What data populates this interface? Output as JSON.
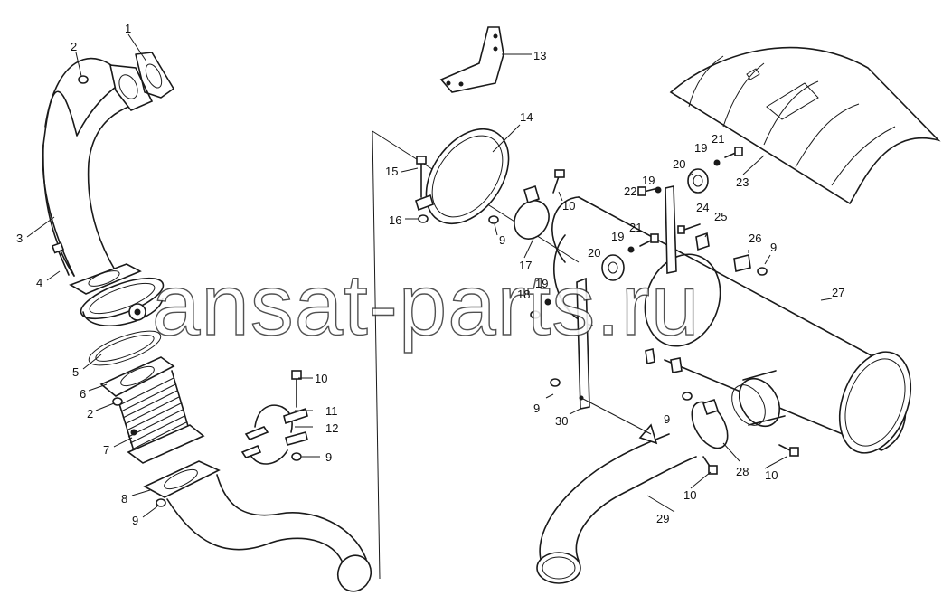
{
  "watermark": "ansat-parts.ru",
  "labels": {
    "l1": "1",
    "l2a": "2",
    "l3": "3",
    "l4": "4",
    "l5": "5",
    "l6": "6",
    "l2b": "2",
    "l7": "7",
    "l8": "8",
    "l9a": "9",
    "l10a": "10",
    "l11": "11",
    "l12": "12",
    "l9b": "9",
    "l13": "13",
    "l14": "14",
    "l15": "15",
    "l16": "16",
    "l9c": "9",
    "l10b": "10",
    "l17": "17",
    "l18": "18",
    "l19a": "19",
    "l22": "22",
    "l19b": "19",
    "l20a": "20",
    "l19c": "19",
    "l21a": "21",
    "l23": "23",
    "l24": "24",
    "l25": "25",
    "l21b": "21",
    "l19d": "19",
    "l20b": "20",
    "l26": "26",
    "l9d": "9",
    "l27": "27",
    "l9e": "9",
    "l30": "30",
    "l9f": "9",
    "l28": "28",
    "l10c": "10",
    "l10d": "10",
    "l29": "29"
  }
}
